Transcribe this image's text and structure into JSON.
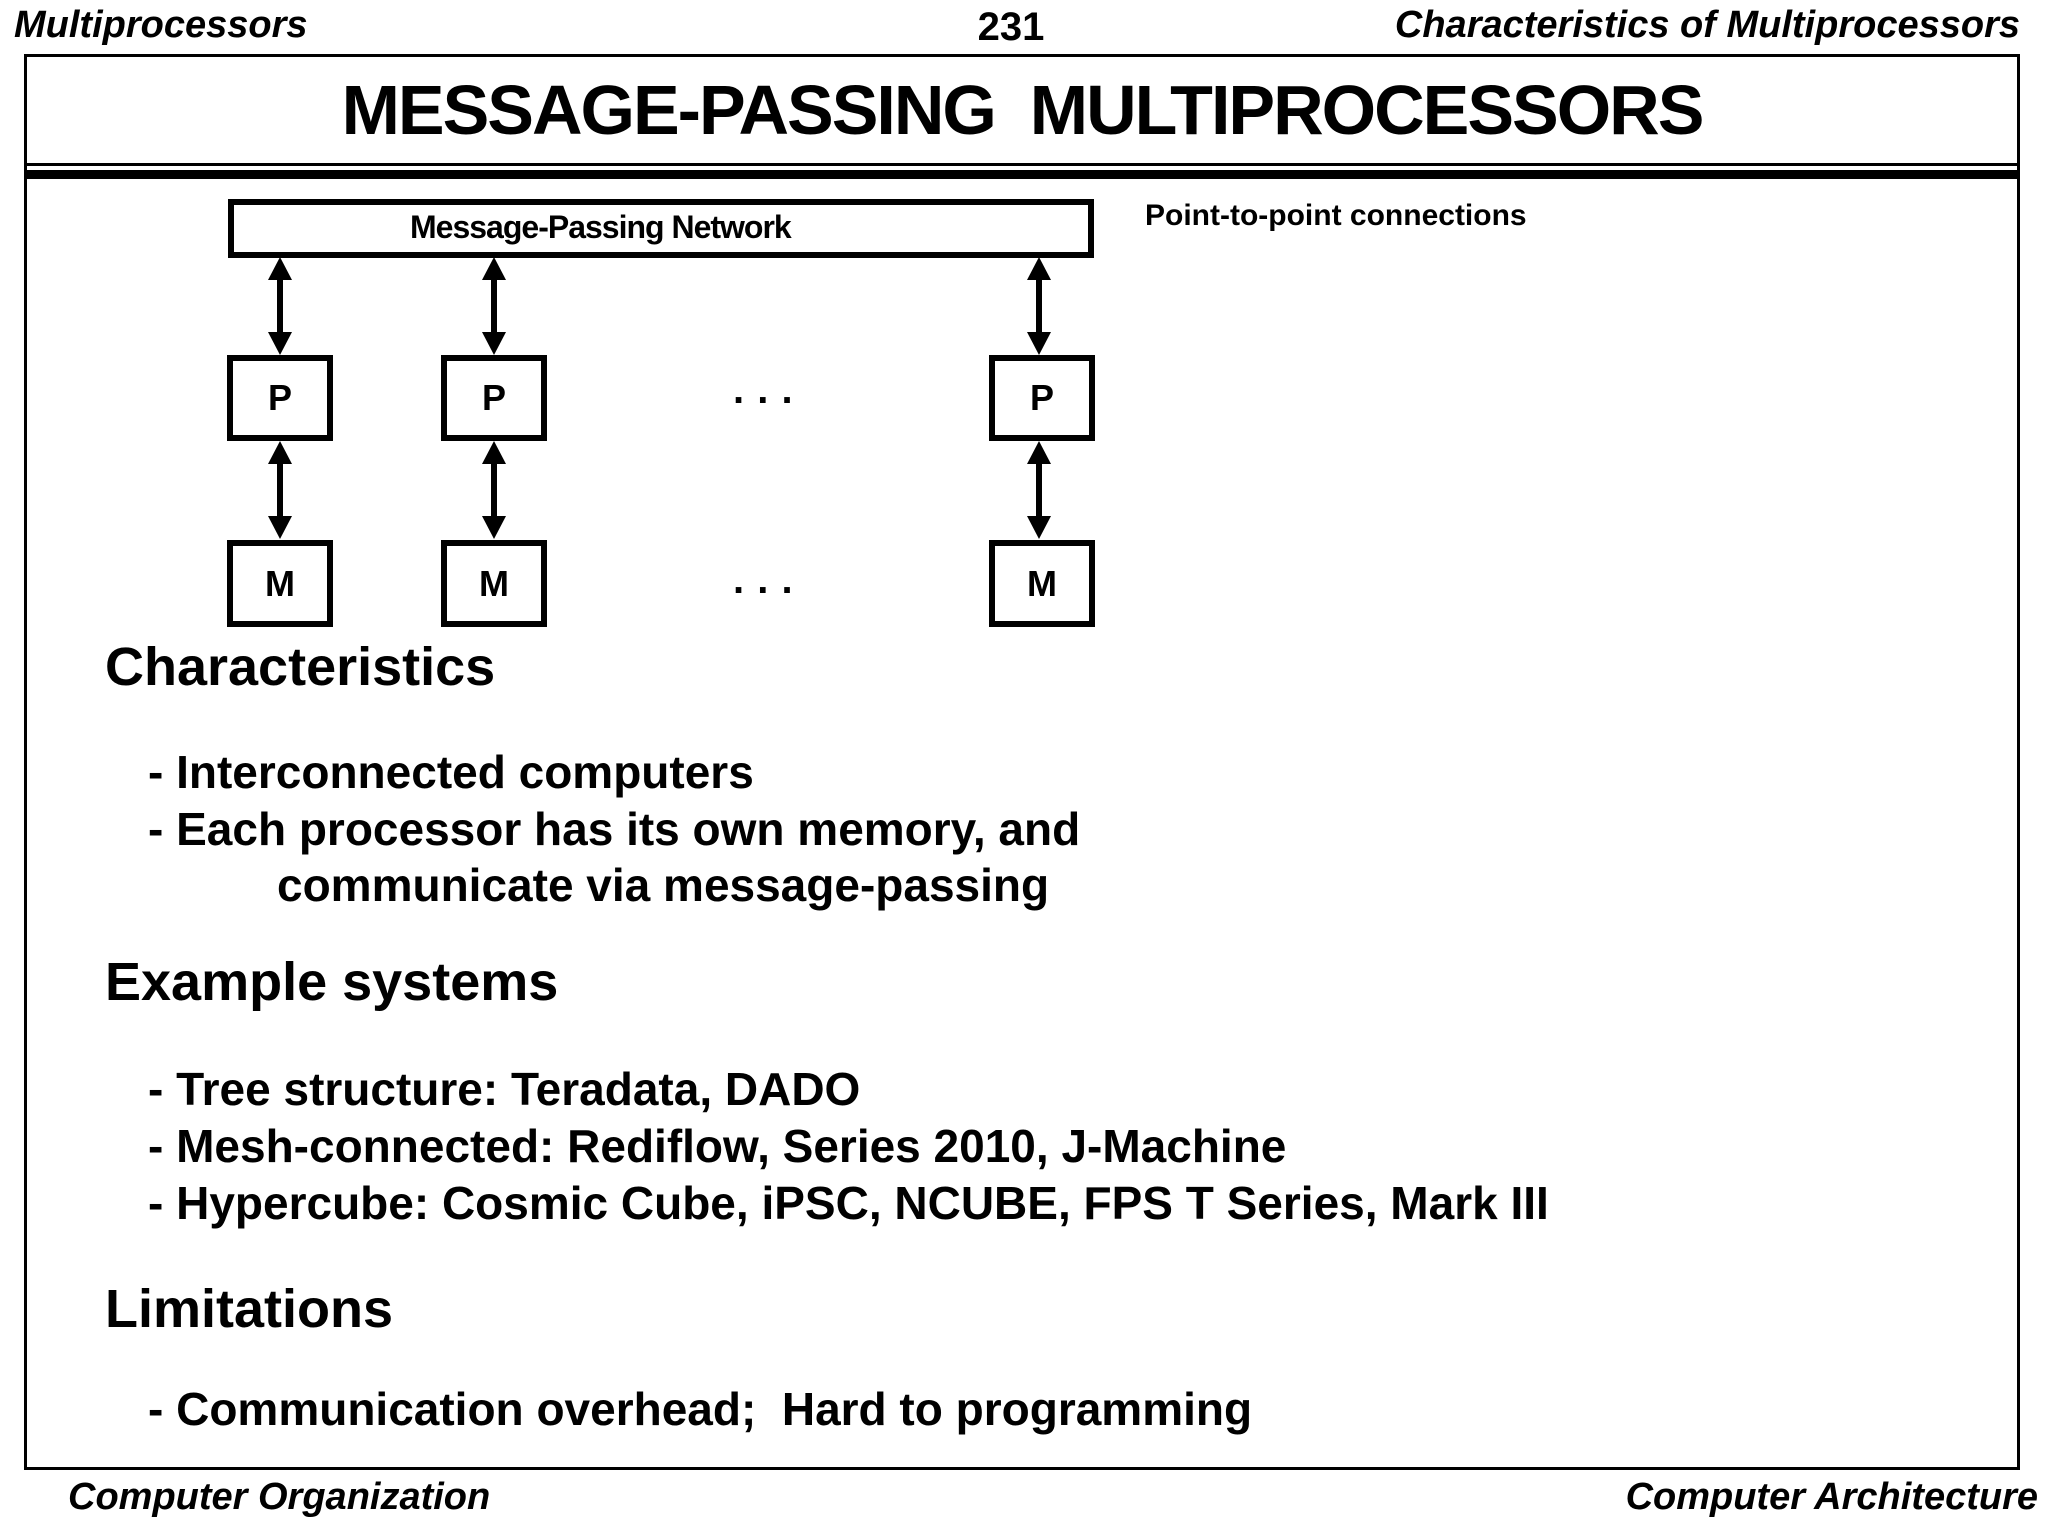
{
  "header": {
    "left": "Multiprocessors",
    "page_number": "231",
    "right": "Characteristics of Multiprocessors"
  },
  "slide": {
    "title": "MESSAGE-PASSING  MULTIPROCESSORS"
  },
  "diagram": {
    "network_label": "Message-Passing Network",
    "annotation": "Point-to-point connections",
    "processor_label": "P",
    "memory_label": "M",
    "ellipsis": ". . ."
  },
  "sections": [
    {
      "heading": "Characteristics",
      "items": [
        "- Interconnected computers",
        "- Each processor has its own memory, and",
        "communicate via message-passing"
      ]
    },
    {
      "heading": "Example systems",
      "items": [
        "- Tree structure: Teradata, DADO",
        "- Mesh-connected: Rediflow, Series 2010, J-Machine",
        "- Hypercube: Cosmic Cube, iPSC, NCUBE, FPS T Series, Mark III"
      ]
    },
    {
      "heading": "Limitations",
      "items": [
        "- Communication overhead;  Hard to programming"
      ]
    }
  ],
  "footer": {
    "left": "Computer Organization",
    "right": "Computer Architecture"
  },
  "colors": {
    "ink": "#000000",
    "paper": "#ffffff"
  }
}
